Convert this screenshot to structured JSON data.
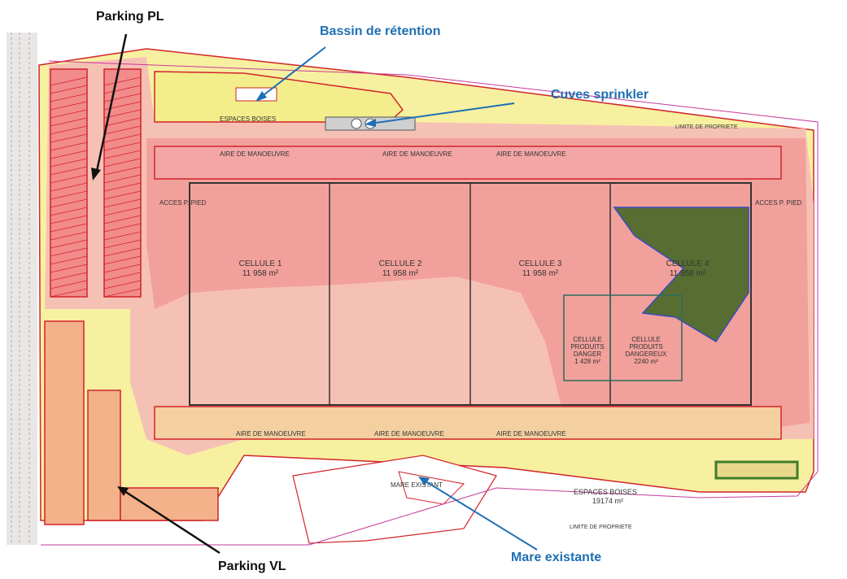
{
  "callouts": {
    "parking_pl": "Parking PL",
    "bassin": "Bassin de rétention",
    "cuves": "Cuves sprinkler",
    "parking_vl": "Parking VL",
    "mare": "Mare existante"
  },
  "cells": [
    {
      "name": "CELLULE 1",
      "area": "11 958 m²"
    },
    {
      "name": "CELLULE 2",
      "area": "11 958 m²"
    },
    {
      "name": "CELLULE 3",
      "area": "11 958 m²"
    },
    {
      "name": "CELLULE 4",
      "area": "11 958 m²"
    }
  ],
  "hazard_cells": [
    {
      "line1": "CELLULE",
      "line2": "PRODUITS",
      "line3": "DANGER",
      "area": "1 428 m²"
    },
    {
      "line1": "CELLULE",
      "line2": "PRODUITS",
      "line3": "DANGEREUX",
      "area": "2240 m²"
    }
  ],
  "labels": {
    "espaces_boises": "ESPACES BOISES",
    "espaces_boises_area": "19174 m²",
    "mare_plan": "MARE EXISTANT",
    "espaces_boises_small": "ESPACES BOISES",
    "manoeuvre": "AIRE DE MANOEUVRE",
    "acces_pied": "ACCES P. PIED",
    "limite_propriete": "LIMITE DE PROPRIETE"
  },
  "colors": {
    "flux_high": "#f08a8a",
    "flux_mid": "#f6b9b9",
    "flux_low": "#f7f0a0",
    "building": "#e98686",
    "wall": "#d2232a",
    "arrow_blue": "#1f6fb4",
    "green_zone": "#4f6b2c"
  }
}
